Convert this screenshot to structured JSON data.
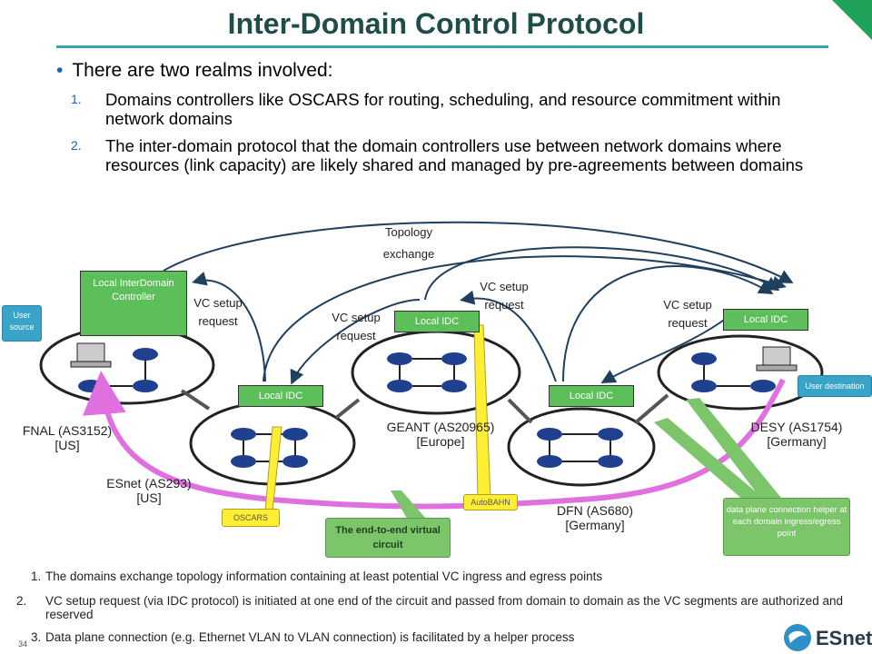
{
  "title": "Inter-Domain Control Protocol",
  "bullet": "There are two realms involved:",
  "items": [
    {
      "num": "1.",
      "text": "Domains controllers like OSCARS for routing, scheduling, and resource commitment within network domains"
    },
    {
      "num": "2.",
      "text": "The inter-domain protocol that the domain controllers use between network domains where resources (link capacity) are likely shared and managed by pre-agreements between domains"
    }
  ],
  "diagram": {
    "topology_line1": "Topology",
    "topology_line2": "exchange",
    "local_interdomain_controller": "Local InterDomain Controller",
    "local_idc": "Local IDC",
    "vc_setup": "VC setup",
    "request": "request",
    "user_source": "User source",
    "user_destination": "User destination",
    "oscars": "OSCARS",
    "autobahn": "AutoBAHN",
    "e2e_circuit": "The end-to-end virtual circuit",
    "helper": "data plane connection helper at each domain ingress/egress point",
    "domains": {
      "fnal": [
        "FNAL (AS3152)",
        "[US]"
      ],
      "esnet": [
        "ESnet (AS293)",
        "[US]"
      ],
      "geant": [
        "GEANT (AS20965)",
        "[Europe]"
      ],
      "dfn": [
        "DFN (AS680)",
        "[Germany]"
      ],
      "desy": [
        "DESY (AS1754)",
        "[Germany]"
      ]
    }
  },
  "footnotes": [
    {
      "num": "1.",
      "text": "The domains exchange topology information containing at least potential VC ingress and egress points"
    },
    {
      "num": "2.",
      "text": "VC setup request (via IDC protocol) is initiated at one end of the circuit and passed from domain to domain as the VC segments are authorized and reserved"
    },
    {
      "num": "3.",
      "text": "Data plane connection (e.g. Ethernet VLAN to VLAN connection) is facilitated by a helper process"
    }
  ],
  "page_number": "34",
  "logo": "ESnet",
  "colors": {
    "title": "#1f4e4a",
    "rule": "#3aa3b8",
    "idc_green": "#5cbf5a",
    "circuit_pink": "#e070e0",
    "arrow_blue": "#1f3f5f"
  }
}
